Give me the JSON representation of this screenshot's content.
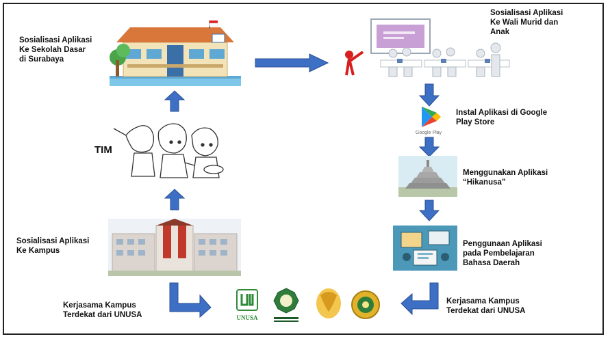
{
  "labels": {
    "sd": "Sosialisasi Aplikasi\nKe Sekolah Dasar\ndi Surabaya",
    "tim": "TIM",
    "kampus": "Sosialisasi Aplikasi\nKe Kampus",
    "kerjasama_left": "Kerjasama Kampus\nTerdekat dari UNUSA",
    "wali": "Sosialisasi Aplikasi\nKe Wali Murid dan\nAnak",
    "instal": "Instal Aplikasi di Google\nPlay Store",
    "menggunakan": "Menggunakan Aplikasi\n“Hikanusa”",
    "penggunaan": "Penggunaan Aplikasi\npada Pembelajaran\nBahasa Daerah",
    "kerjasama_right": "Kerjasama Kampus\nTerdekat dari UNUSA"
  },
  "logos": {
    "google_play_caption": "Google Play",
    "unusa": "UNUSA"
  },
  "colors": {
    "arrow_fill": "#3d6fc4",
    "arrow_stroke": "#2a4f95",
    "border": "#222222"
  }
}
